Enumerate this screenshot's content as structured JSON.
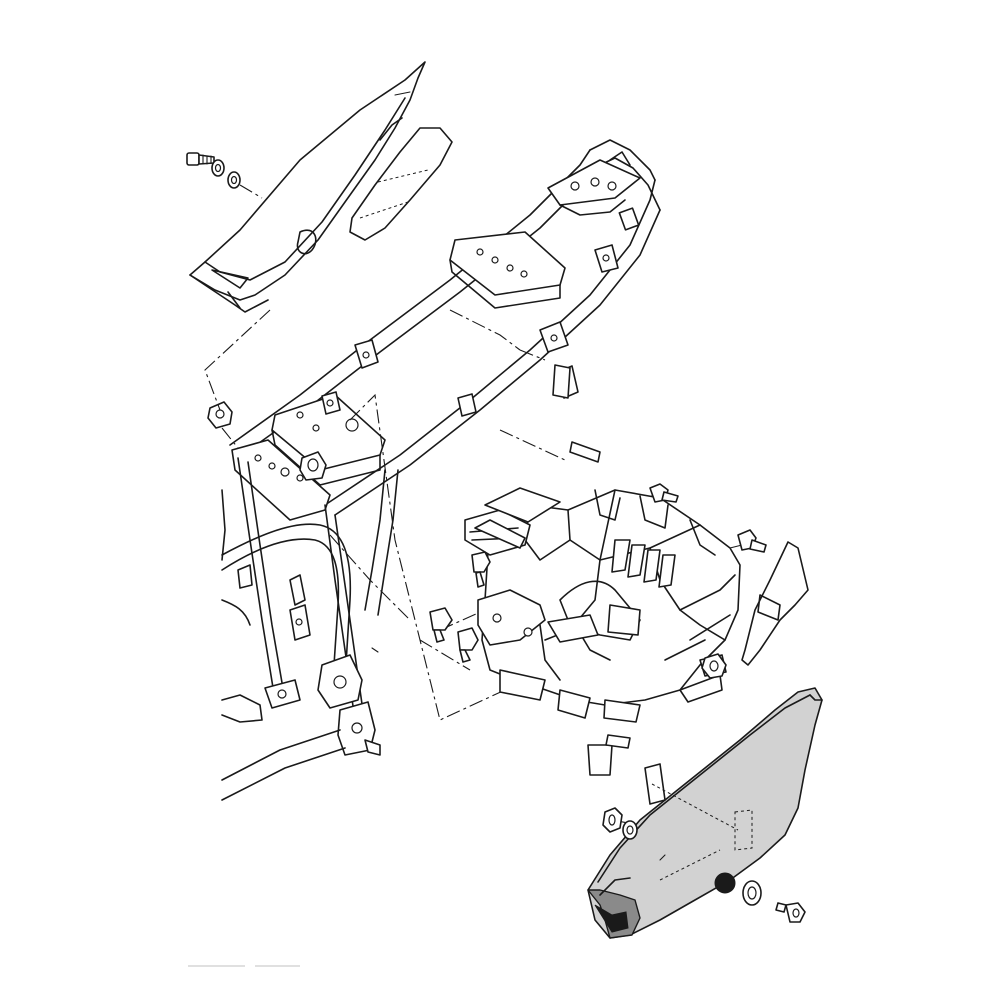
{
  "diagram": {
    "type": "exploded-parts-view",
    "components": [
      {
        "id": "tail-cover",
        "icon": "tail-cover-icon"
      },
      {
        "id": "seat-rail-frame",
        "icon": "frame-icon"
      },
      {
        "id": "battery-box",
        "icon": "battery-box-icon"
      },
      {
        "id": "side-cover",
        "icon": "side-cover-icon",
        "highlighted": true
      },
      {
        "id": "decal",
        "icon": "decal-icon"
      },
      {
        "id": "fasteners",
        "icon": "bolt-icon"
      },
      {
        "id": "rubber-grommets",
        "icon": "grommet-icon"
      }
    ],
    "colors": {
      "line": "#1a1a1a",
      "background": "#ffffff",
      "highlight_fill": "#d2d2d2",
      "shadow_fill": "#8a8a8a"
    }
  }
}
